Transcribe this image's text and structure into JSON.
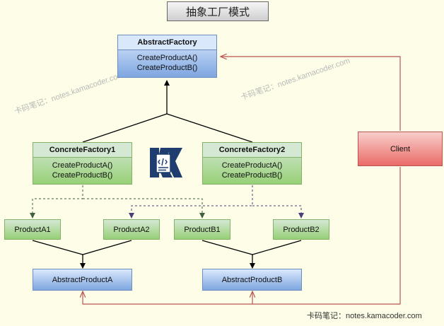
{
  "title": "抽象工厂模式",
  "abstract_factory": {
    "name": "AbstractFactory",
    "methods": [
      "CreateProductA()",
      "CreateProductB()"
    ]
  },
  "concrete_factories": [
    {
      "name": "ConcreteFactory1",
      "methods": [
        "CreateProductA()",
        "CreateProductB()"
      ]
    },
    {
      "name": "ConcreteFactory2",
      "methods": [
        "CreateProductA()",
        "CreateProductB()"
      ]
    }
  ],
  "client": "Client",
  "products": [
    "ProductA1",
    "ProductA2",
    "ProductB1",
    "ProductB2"
  ],
  "abstract_products": [
    "AbstractProductA",
    "AbstractProductB"
  ],
  "watermarks": [
    "卡码笔记：notes.kamacoder.com",
    "卡码笔记：notes.kamacoder.com"
  ],
  "footer": "卡码笔记：notes.kamacoder.com",
  "colors": {
    "background": "#fefee8",
    "blue_fill": "#dae8fc",
    "green_fill": "#d5e8d4",
    "red_fill": "#f8cecc",
    "client_arrow": "#b85450",
    "dashed_arrow_1": "#3f5f3f",
    "dashed_arrow_2": "#4a3f7a",
    "logo": "#1f3d6e"
  }
}
